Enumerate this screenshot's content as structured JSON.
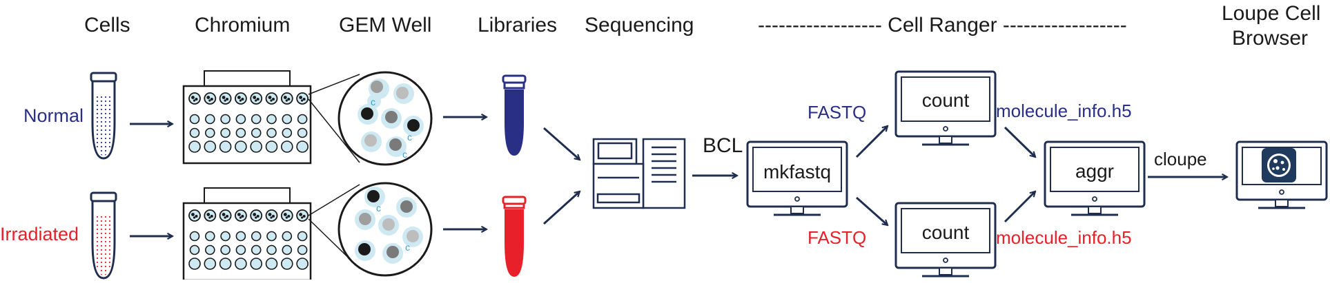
{
  "headers": {
    "cells": "Cells",
    "chromium": "Chromium",
    "gem_well": "GEM Well",
    "libraries": "Libraries",
    "sequencing": "Sequencing",
    "cell_ranger": "------------------ Cell Ranger ------------------",
    "loupe_line1": "Loupe Cell",
    "loupe_line2": "Browser"
  },
  "samples": {
    "normal": "Normal",
    "irradiated": "Irradiated"
  },
  "labels": {
    "bcl": "BCL",
    "fastq_top": "FASTQ",
    "fastq_bottom": "FASTQ",
    "molecule_top": "molecule_info.h5",
    "molecule_bottom": "molecule_info.h5",
    "cloupe": "cloupe"
  },
  "monitors": {
    "mkfastq": "mkfastq",
    "count_top": "count",
    "count_bottom": "count",
    "aggr": "aggr"
  },
  "colors": {
    "navy": "#1f2d4f",
    "sample_blue": "#2a2f86",
    "sample_red": "#e8202a",
    "well_fill": "#cfe9f3",
    "bead_dark": "#1a1a1a"
  }
}
